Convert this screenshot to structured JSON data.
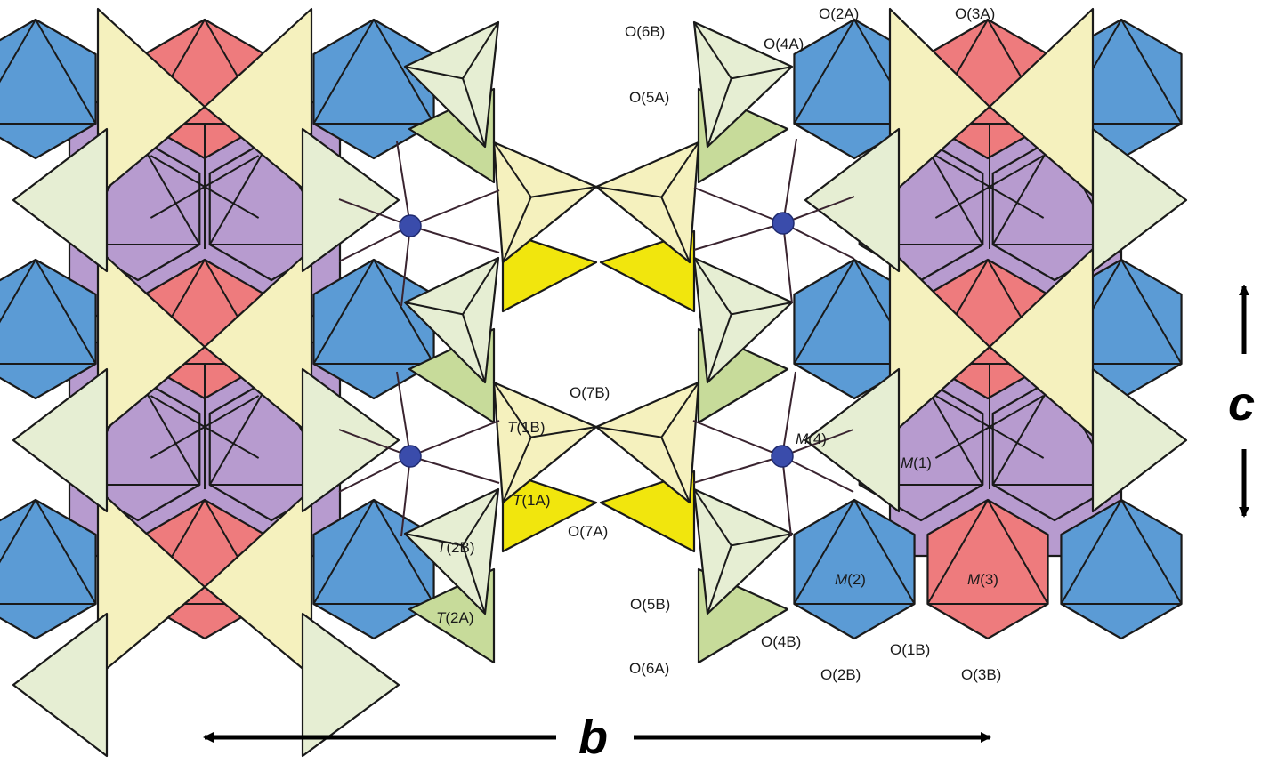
{
  "colors": {
    "blue": "#5b9bd5",
    "red": "#ee7b7d",
    "purple": "#b79bcf",
    "pale_green": "#e6eed3",
    "pale_yellow": "#f5f1be",
    "olive_green": "#c7db9a",
    "yellow": "#f1e60d",
    "cation_dot": "#3a4cab",
    "edge": "#1a1a1a"
  },
  "labels": {
    "O6B": "O(6B)",
    "O2A": "O(2A)",
    "O3A": "O(3A)",
    "O4A": "O(4A)",
    "O5A": "O(5A)",
    "O7B": "O(7B)",
    "T1B": [
      "T",
      "(1B)"
    ],
    "T1A": [
      "T",
      "(1A)"
    ],
    "O7A": "O(7A)",
    "T2B": [
      "T",
      "(2B)"
    ],
    "T2A": [
      "T",
      "(2A)"
    ],
    "M4": [
      "M",
      "(4)"
    ],
    "M1": [
      "M",
      "(1)"
    ],
    "M2": [
      "M",
      "(2)"
    ],
    "M3": [
      "M",
      "(3)"
    ],
    "O5B": "O(5B)",
    "O4B": "O(4B)",
    "O1B": "O(1B)",
    "O6A": "O(6A)",
    "O2B": "O(2B)",
    "O3B": "O(3B)"
  },
  "axes": {
    "c": "c",
    "b": "b"
  }
}
